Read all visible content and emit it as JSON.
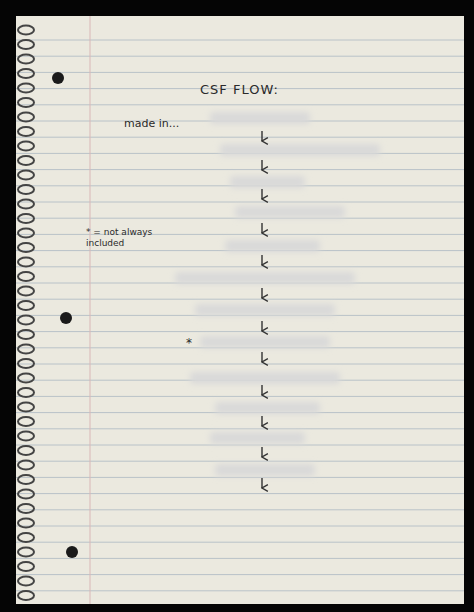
{
  "diagram": {
    "title": "CSF FLOW:",
    "labels": [
      "made in...",
      "* = not always included",
      "*"
    ]
  }
}
